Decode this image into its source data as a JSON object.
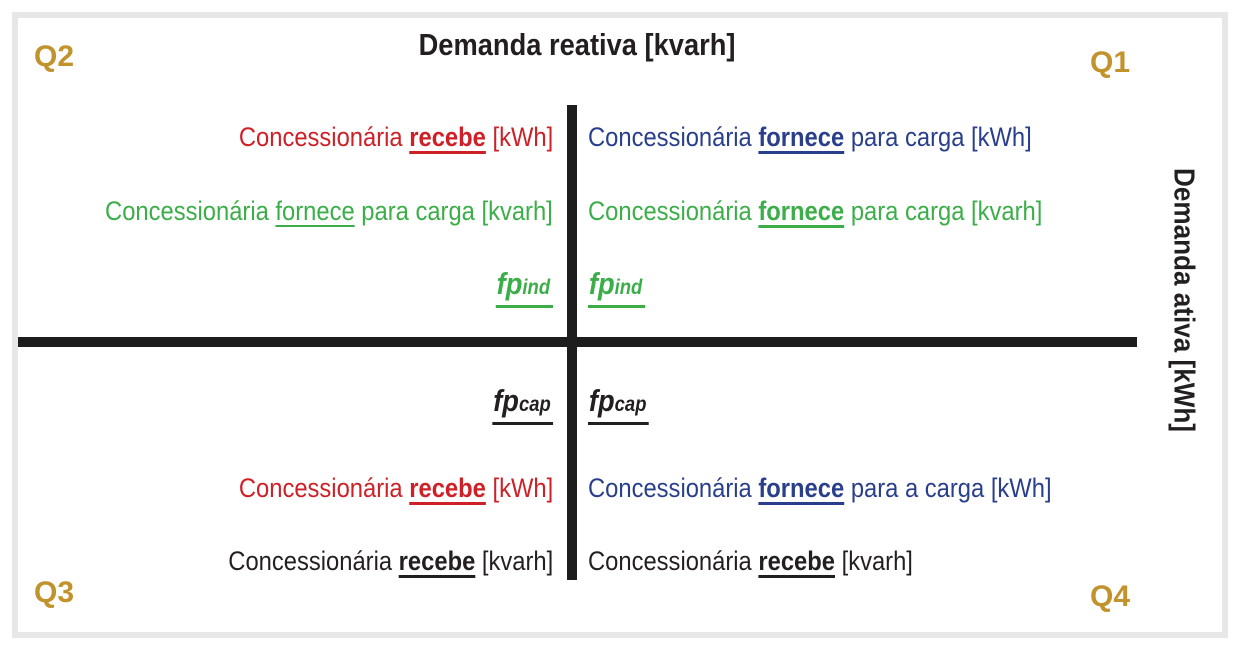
{
  "title": "Demanda reativa [kvarh]",
  "y_axis_label": "Demanda ativa [kWh]",
  "colors": {
    "quadrant_label_gold": "#c2922c",
    "receives_active_red": "#ce2027",
    "supplies_active_blue": "#2a3f8c",
    "reactive_green": "#3cae49",
    "neutral_black": "#231f20",
    "axis_line": "#1d1d1d",
    "frame_border": "#e7e7e7"
  },
  "quadrants": {
    "q1": {
      "label": "Q1",
      "row1": {
        "pre": "Concessionária ",
        "key": "fornece",
        "post": " para carga [kWh]"
      },
      "row2": {
        "pre": "Concessionária ",
        "key": "fornece",
        "post": " para carga [kvarh]"
      },
      "fp": {
        "base": "fp",
        "sub": "ind"
      }
    },
    "q2": {
      "label": "Q2",
      "row1": {
        "pre": "Concessionária ",
        "key": "recebe",
        "post": " [kWh]"
      },
      "row2": {
        "pre": "Concessionária ",
        "key": "fornece",
        "post": " para carga [kvarh]"
      },
      "fp": {
        "base": "fp",
        "sub": "ind"
      }
    },
    "q3": {
      "label": "Q3",
      "fp": {
        "base": "fp",
        "sub": "cap"
      },
      "row1": {
        "pre": "Concessionária ",
        "key": "recebe",
        "post": " [kWh]"
      },
      "row2": {
        "pre": "Concessionária ",
        "key": "recebe",
        "post": " [kvarh]"
      }
    },
    "q4": {
      "label": "Q4",
      "fp": {
        "base": "fp",
        "sub": "cap"
      },
      "row1": {
        "pre": "Concessionária ",
        "key": "fornece",
        "post": " para a carga [kWh]"
      },
      "row2": {
        "pre": "Concessionária ",
        "key": "recebe",
        "post": " [kvarh]"
      }
    }
  }
}
